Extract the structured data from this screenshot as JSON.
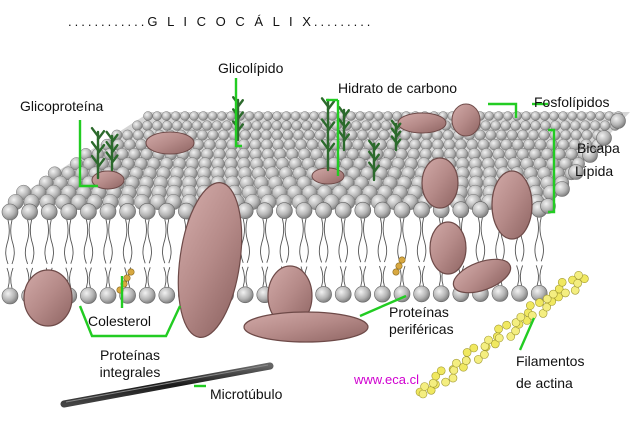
{
  "title": "............G L I C O C Á L I X.........",
  "labels": {
    "glicolipido": "Glicolípido",
    "glicoproteina": "Glicoproteína",
    "hidrato": "Hidrato de carbono",
    "fosfolipidos": "Fosfolípidos",
    "bicapa_1": "Bicapa",
    "bicapa_2": "Lípida",
    "colesterol": "Colesterol",
    "proteinas_integrales_1": "Proteínas",
    "proteinas_integrales_2": "integrales",
    "proteinas_perifericas_1": "Proteínas",
    "proteinas_perifericas_2": "periféricas",
    "filamentos_1": "Filamentos",
    "filamentos_2": "de actina",
    "microtubulo": "Microtúbulo"
  },
  "url": "www.eca.cl",
  "colors": {
    "leader_line": "#22cc22",
    "protein": "#b58a88",
    "lipid_head": "#a8a8a8",
    "sugar": "#2c6a2c",
    "actin": "#f0e860",
    "url": "#d000d0"
  }
}
